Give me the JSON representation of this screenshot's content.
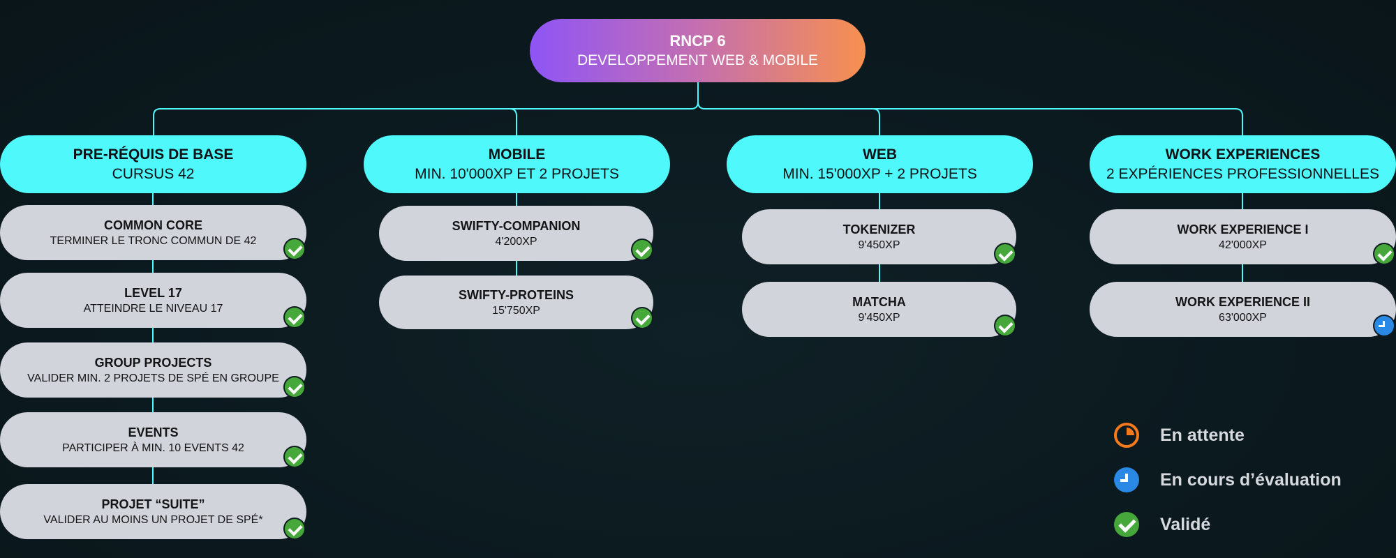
{
  "root": {
    "title": "RNCP 6",
    "subtitle": "DEVELOPPEMENT WEB & MOBILE"
  },
  "columns": [
    {
      "title": "PRE-RÉQUIS DE BASE",
      "subtitle": "CURSUS 42",
      "items": [
        {
          "title": "COMMON CORE",
          "subtitle": "TERMINER LE TRONC COMMUN DE 42",
          "status": "valide"
        },
        {
          "title": "LEVEL 17",
          "subtitle": "ATTEINDRE LE NIVEAU 17",
          "status": "valide"
        },
        {
          "title": "GROUP PROJECTS",
          "subtitle": "VALIDER MIN. 2 PROJETS DE SPÉ EN GROUPE",
          "status": "valide"
        },
        {
          "title": "EVENTS",
          "subtitle": "PARTICIPER À MIN. 10 EVENTS 42",
          "status": "valide"
        },
        {
          "title": "PROJET “SUITE”",
          "subtitle": "VALIDER AU MOINS UN PROJET DE SPÉ*",
          "status": "valide"
        }
      ]
    },
    {
      "title": "MOBILE",
      "subtitle": "MIN. 10'000XP ET 2 PROJETS",
      "items": [
        {
          "title": "SWIFTY-COMPANION",
          "subtitle": "4'200XP",
          "status": "valide"
        },
        {
          "title": "SWIFTY-PROTEINS",
          "subtitle": "15'750XP",
          "status": "valide"
        }
      ]
    },
    {
      "title": "WEB",
      "subtitle": "MIN. 15'000XP + 2 PROJETS",
      "items": [
        {
          "title": "TOKENIZER",
          "subtitle": "9'450XP",
          "status": "valide"
        },
        {
          "title": "MATCHA",
          "subtitle": "9'450XP",
          "status": "valide"
        }
      ]
    },
    {
      "title": "WORK EXPERIENCES",
      "subtitle": "2 EXPÉRIENCES PROFESSIONNELLES",
      "items": [
        {
          "title": "WORK EXPERIENCE I",
          "subtitle": "42'000XP",
          "status": "valide"
        },
        {
          "title": "WORK EXPERIENCE II",
          "subtitle": "63'000XP",
          "status": "en-cours"
        }
      ]
    }
  ],
  "legend": [
    {
      "label": "En attente",
      "icon": "pending-icon",
      "color": "#f47a1c"
    },
    {
      "label": "En cours d’évaluation",
      "icon": "clock-icon",
      "color": "#2b89e6"
    },
    {
      "label": "Validé",
      "icon": "check-icon",
      "color": "#46a83a"
    }
  ],
  "colors": {
    "connector": "#4ff8fb",
    "category": "#4ff8fb",
    "item": "#d1d4da",
    "root_gradient": [
      "#8e55f6",
      "#f7904f"
    ]
  }
}
